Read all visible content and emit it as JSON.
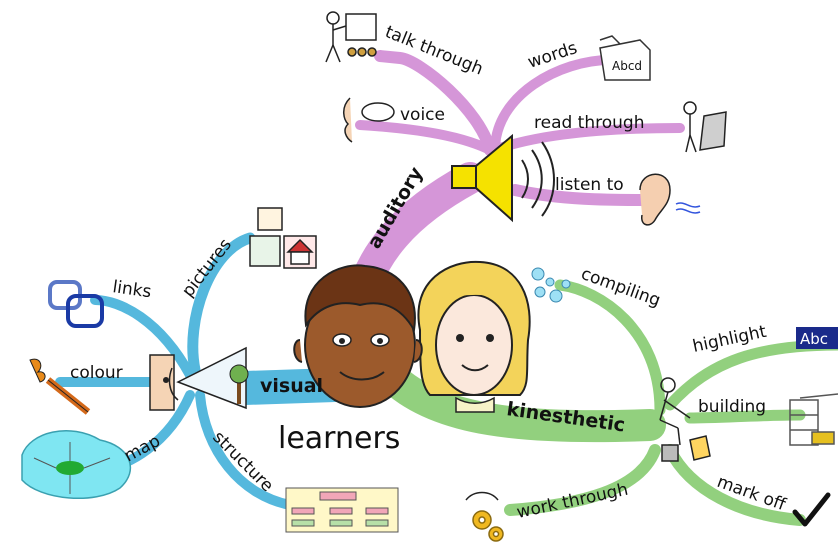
{
  "center": {
    "title": "learners"
  },
  "branches": {
    "auditory": {
      "label": "auditory",
      "color": "#d596d8",
      "children": {
        "talk_through": "talk through",
        "words": "words",
        "voice": "voice",
        "read_through": "read through",
        "listen_to": "listen to"
      },
      "sign_text": "Abcd"
    },
    "visual": {
      "label": "visual",
      "color": "#55b8dd",
      "children": {
        "pictures": "pictures",
        "links": "links",
        "colour": "colour",
        "map": "map",
        "structure": "structure"
      }
    },
    "kinesthetic": {
      "label": "kinesthetic",
      "color": "#92d07e",
      "children": {
        "compiling": "compiling",
        "highlight": "highlight",
        "building": "building",
        "work_through": "work through",
        "mark_off": "mark off"
      },
      "tag_text": "Abc"
    }
  },
  "icons": [
    "speaker-icon",
    "ear-icon",
    "eye-icon",
    "chain-links-icon",
    "pencil-icon",
    "gears-icon",
    "checkmark-icon",
    "boy-face-icon",
    "girl-face-icon"
  ]
}
